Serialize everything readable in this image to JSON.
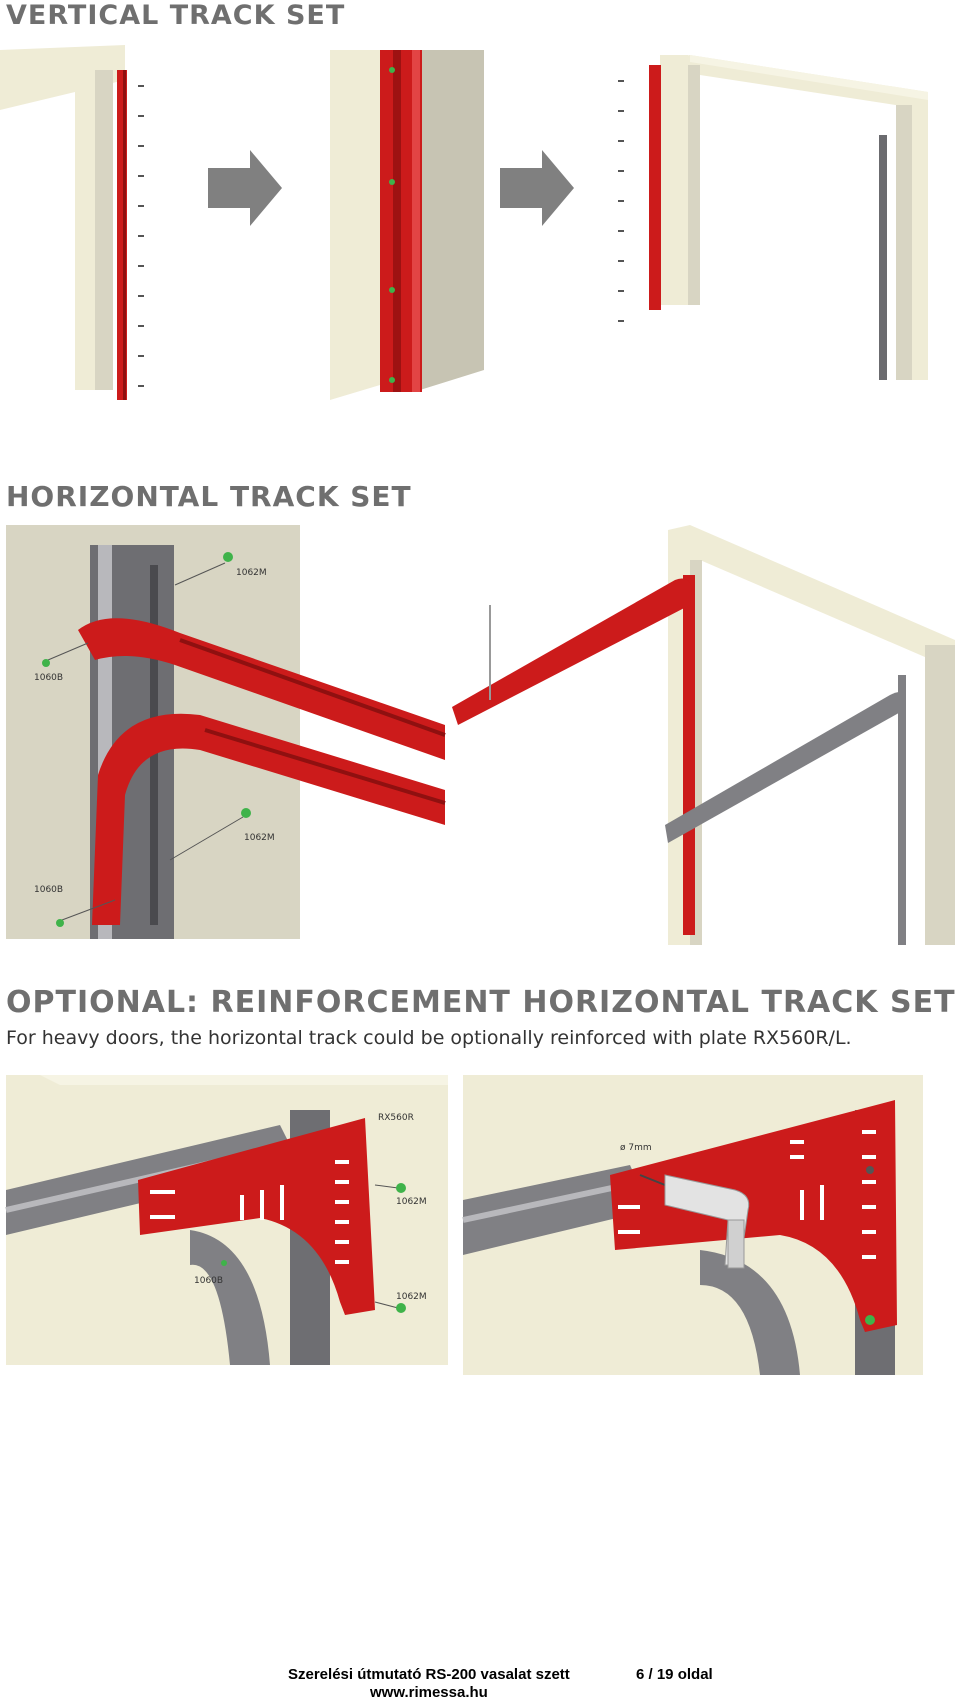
{
  "sections": {
    "vertical_title": "VERTICAL TRACK SET",
    "horizontal_title": "HORIZONTAL TRACK SET",
    "optional_title": "OPTIONAL: REINFORCEMENT HORIZONTAL TRACK SET",
    "optional_subtitle": "For heavy doors, the horizontal track could be optionally reinforced with plate RX560R/L."
  },
  "callouts": {
    "h_top_right": "1062M",
    "h_left_top": "1060B",
    "h_mid_right": "1062M",
    "h_left_bottom": "1060B",
    "r_plate": "RX560R",
    "r_mid": "1062M",
    "r_left": "1060B",
    "r_bottom": "1062M",
    "drill_size": "ø 7mm"
  },
  "footer": {
    "manual_title": "Szerelési útmutató RS-200 vasalat szett",
    "page": "6 / 19 oldal",
    "url": "www.rimessa.hu"
  },
  "colors": {
    "track_red": "#cc1b1b",
    "wall_cream": "#efecd6",
    "panel_tan": "#d8d5c3",
    "metal_gray": "#808084",
    "screw_green": "#3fb34a",
    "arrow_gray": "#808080"
  }
}
